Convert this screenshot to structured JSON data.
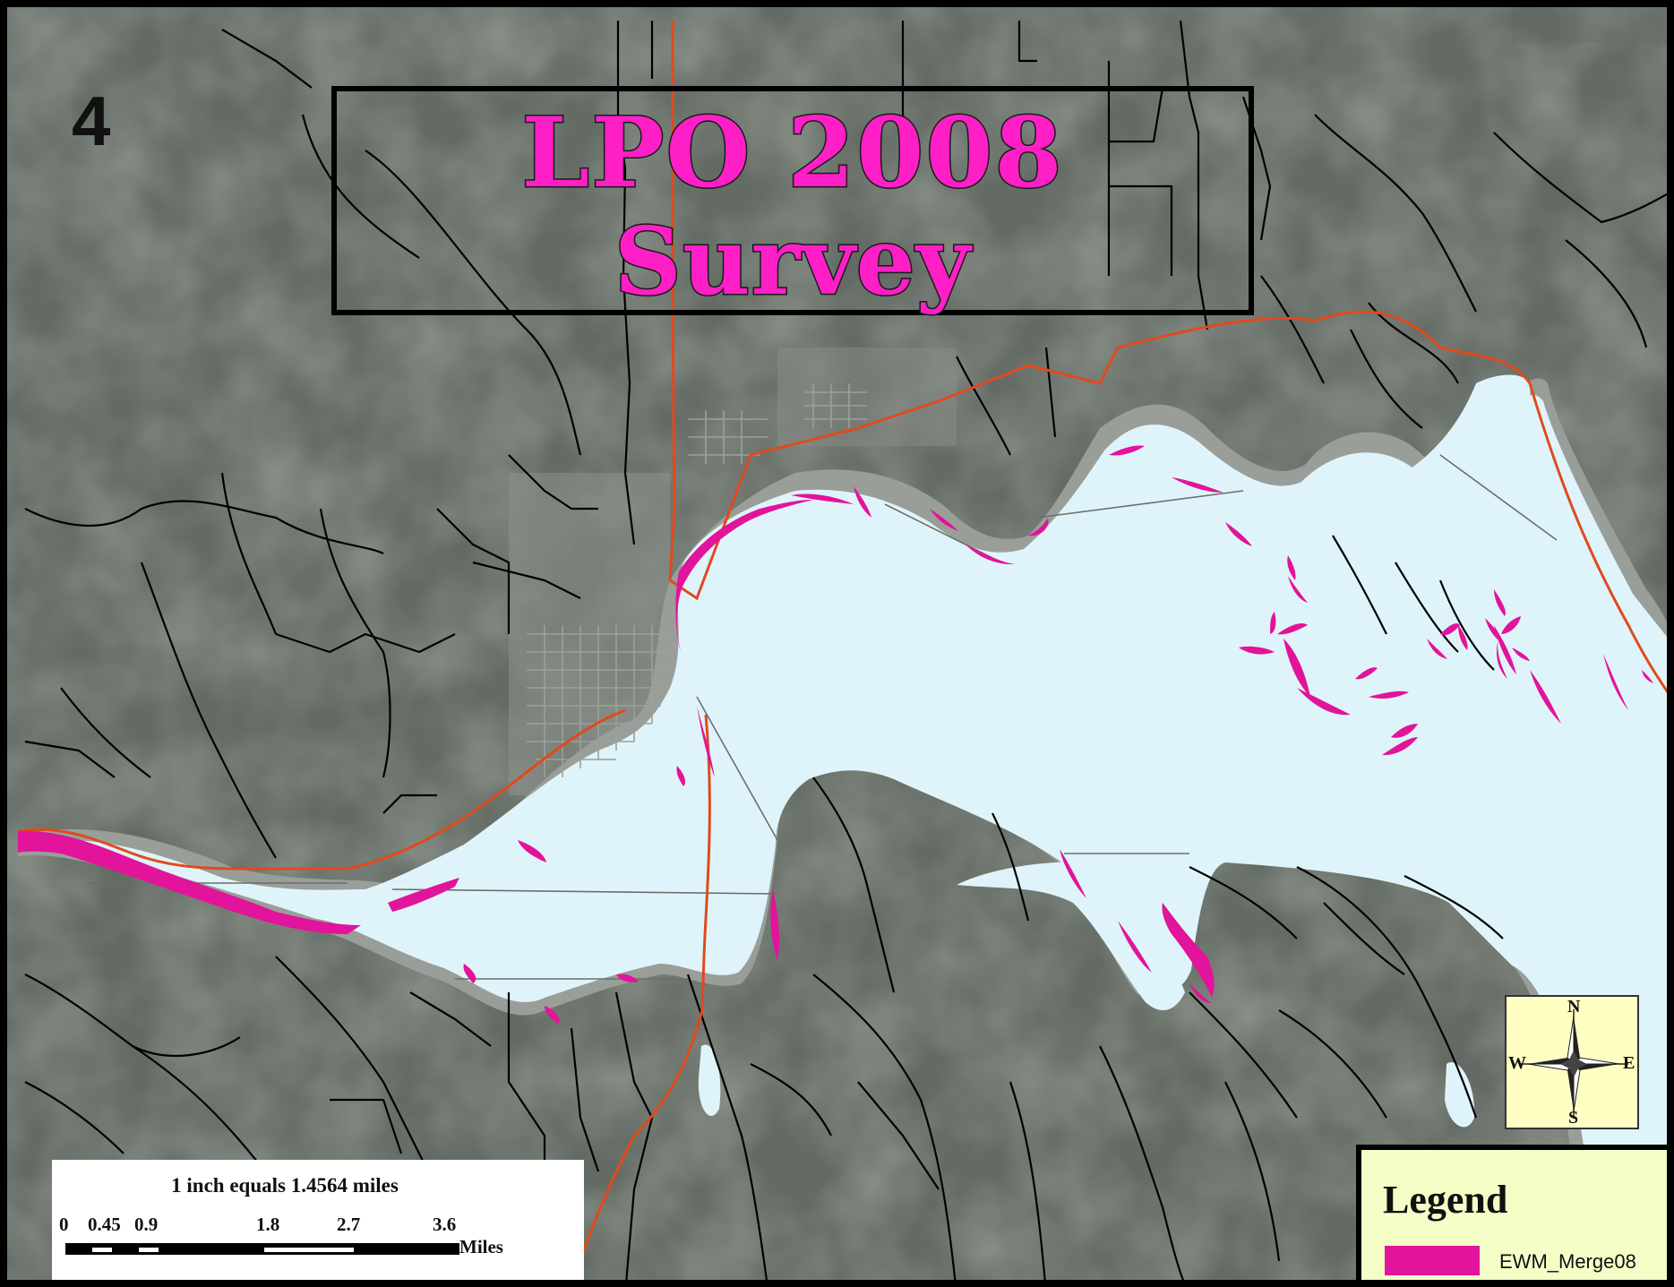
{
  "map": {
    "number": "4",
    "title_line1": "LPO 2008",
    "title_line2": "Survey"
  },
  "scale": {
    "caption": "1 inch equals 1.4564 miles",
    "ticks": [
      "0",
      "0.45",
      "0.9",
      "1.8",
      "2.7",
      "3.6"
    ],
    "unit": "Miles"
  },
  "compass": {
    "n": "N",
    "s": "S",
    "e": "E",
    "w": "W"
  },
  "legend": {
    "title": "Legend",
    "items": [
      {
        "label": "EWM_Merge08",
        "color": "#e1149b"
      }
    ]
  },
  "colors": {
    "water": "#dff4fa",
    "land": "#646b64",
    "roads": "#000000",
    "highway": "#e04a1c",
    "milfoil": "#e1149b"
  }
}
